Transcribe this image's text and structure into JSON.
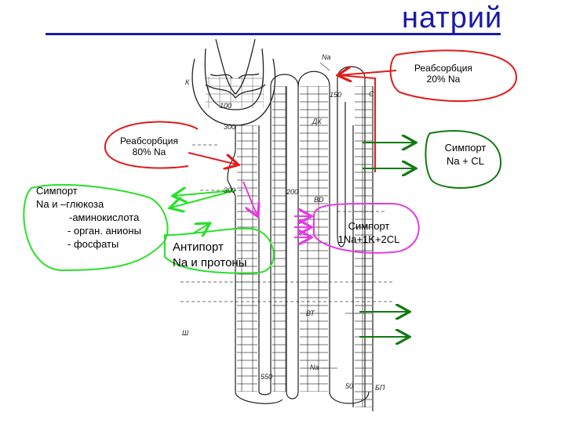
{
  "title": "натрий",
  "labels": {
    "reabs20": [
      "Реабсорбция",
      "20% Na"
    ],
    "reabs80": [
      "Реабсорбция",
      "80% Na"
    ],
    "symport_glucose": [
      "Симпорт",
      "Na и –глюкоза",
      "-аминокислота",
      "- орган. анионы",
      "- фосфаты"
    ],
    "antiport": [
      "Антипорт",
      "Na и протоны"
    ],
    "symport_nkcl": [
      "Симпорт",
      "1Na+1K+2CL"
    ],
    "symport_nacl": [
      "Симпорт",
      "Na + CL"
    ]
  },
  "diagram_marks": {
    "na_top": "Na",
    "na_bottom": "Na",
    "n150": "150",
    "n300a": "300",
    "n300b": "300",
    "n200": "200",
    "n100": "100",
    "n550": "550",
    "n50": "50",
    "dk": "ДК",
    "vd": "ВD",
    "vt": "ВТ",
    "bp": "БП",
    "s": "С",
    "k": "К",
    "roman3": "Ш"
  },
  "colors": {
    "title": "#1a1aa6",
    "red": "#e11b1b",
    "green_bright": "#29e029",
    "green_dark": "#117a11",
    "magenta": "#e23be2",
    "tubule": "#222222"
  }
}
